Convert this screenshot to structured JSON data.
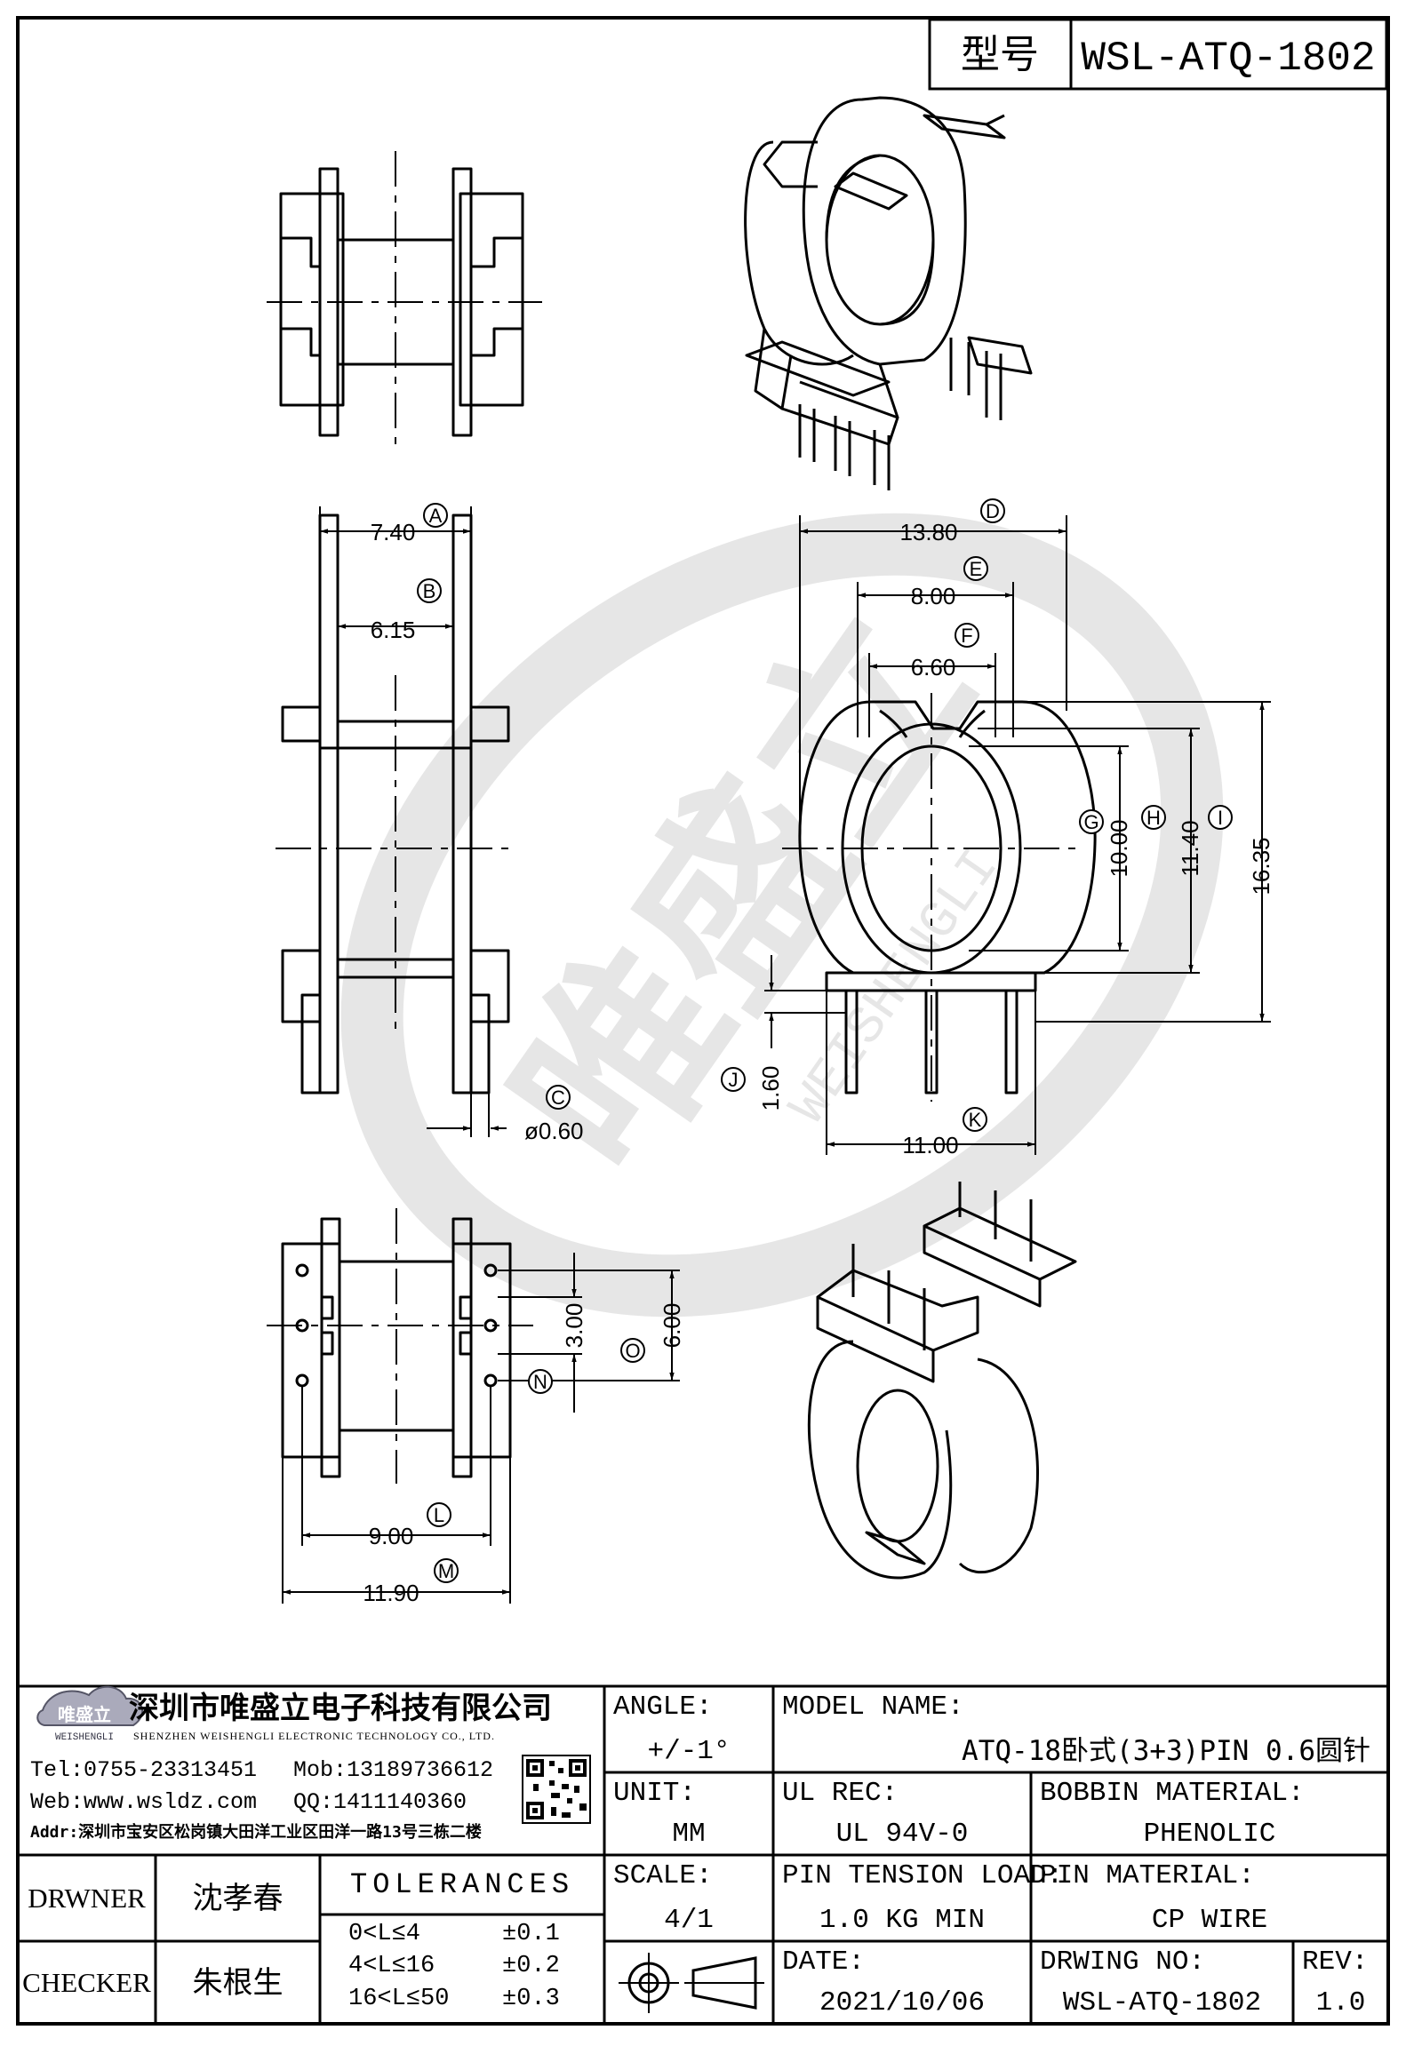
{
  "header": {
    "model_label": "型号",
    "model_value": "WSL-ATQ-1802"
  },
  "dimensions": {
    "A": {
      "letter": "A",
      "text": "7.40"
    },
    "B": {
      "letter": "B",
      "text": "6.15"
    },
    "C": {
      "letter": "C",
      "text": "ø0.60"
    },
    "D": {
      "letter": "D",
      "text": "13.80"
    },
    "E": {
      "letter": "E",
      "text": "8.00"
    },
    "F": {
      "letter": "F",
      "text": "6.60"
    },
    "G": {
      "letter": "G",
      "text": "10.00"
    },
    "H": {
      "letter": "H",
      "text": "11.40"
    },
    "I": {
      "letter": "I",
      "text": "16.35"
    },
    "J": {
      "letter": "J",
      "text": "1.60"
    },
    "K": {
      "letter": "K",
      "text": "11.00"
    },
    "L": {
      "letter": "L",
      "text": "9.00"
    },
    "M": {
      "letter": "M",
      "text": "11.90"
    },
    "N": {
      "letter": "N",
      "text": "3.00"
    },
    "O": {
      "letter": "O",
      "text": "6.00"
    }
  },
  "watermark": {
    "brand": "唯盛立",
    "sub": "WEISHENGLI"
  },
  "company": {
    "logo_text": "唯盛立",
    "logo_sub": "WEISHENGLI",
    "name_cn": "深圳市唯盛立电子科技有限公司",
    "name_en": "SHENZHEN WEISHENGLI ELECTRONIC TECHNOLOGY CO., LTD.",
    "tel": "Tel:0755-23313451",
    "mob": "Mob:13189736612",
    "web": "Web:www.wsldz.com",
    "qq": "QQ:1411140360",
    "addr": "Addr:深圳市宝安区松岗镇大田洋工业区田洋一路13号三栋二楼"
  },
  "title_block": {
    "angle_label": "ANGLE:",
    "angle_value": "+/-1°",
    "model_name_label": "MODEL NAME:",
    "model_name_value": "ATQ-18卧式(3+3)PIN 0.6圆针",
    "unit_label": "UNIT:",
    "unit_value": "MM",
    "ul_label": "UL REC:",
    "ul_value": "UL 94V-0",
    "bobbin_label": "BOBBIN MATERIAL:",
    "bobbin_value": "PHENOLIC",
    "scale_label": "SCALE:",
    "scale_value": "4/1",
    "pin_tension_label": "PIN TENSION LOAD:",
    "pin_tension_value": "1.0 KG MIN",
    "pin_material_label": "PIN MATERIAL:",
    "pin_material_value": "CP WIRE",
    "date_label": "DATE:",
    "date_value": "2021/10/06",
    "drawing_no_label": "DRWING NO:",
    "drawing_no_value": "WSL-ATQ-1802",
    "rev_label": "REV:",
    "rev_value": "1.0",
    "drawer_label": "DRWNER",
    "drawer_value": "沈孝春",
    "checker_label": "CHECKER",
    "checker_value": "朱根生",
    "tolerances_title": "TOLERANCES",
    "tolerances": [
      {
        "range": "0<L≤4",
        "value": "±0.1"
      },
      {
        "range": "4<L≤16",
        "value": "±0.2"
      },
      {
        "range": "16<L≤50",
        "value": "±0.3"
      }
    ]
  }
}
